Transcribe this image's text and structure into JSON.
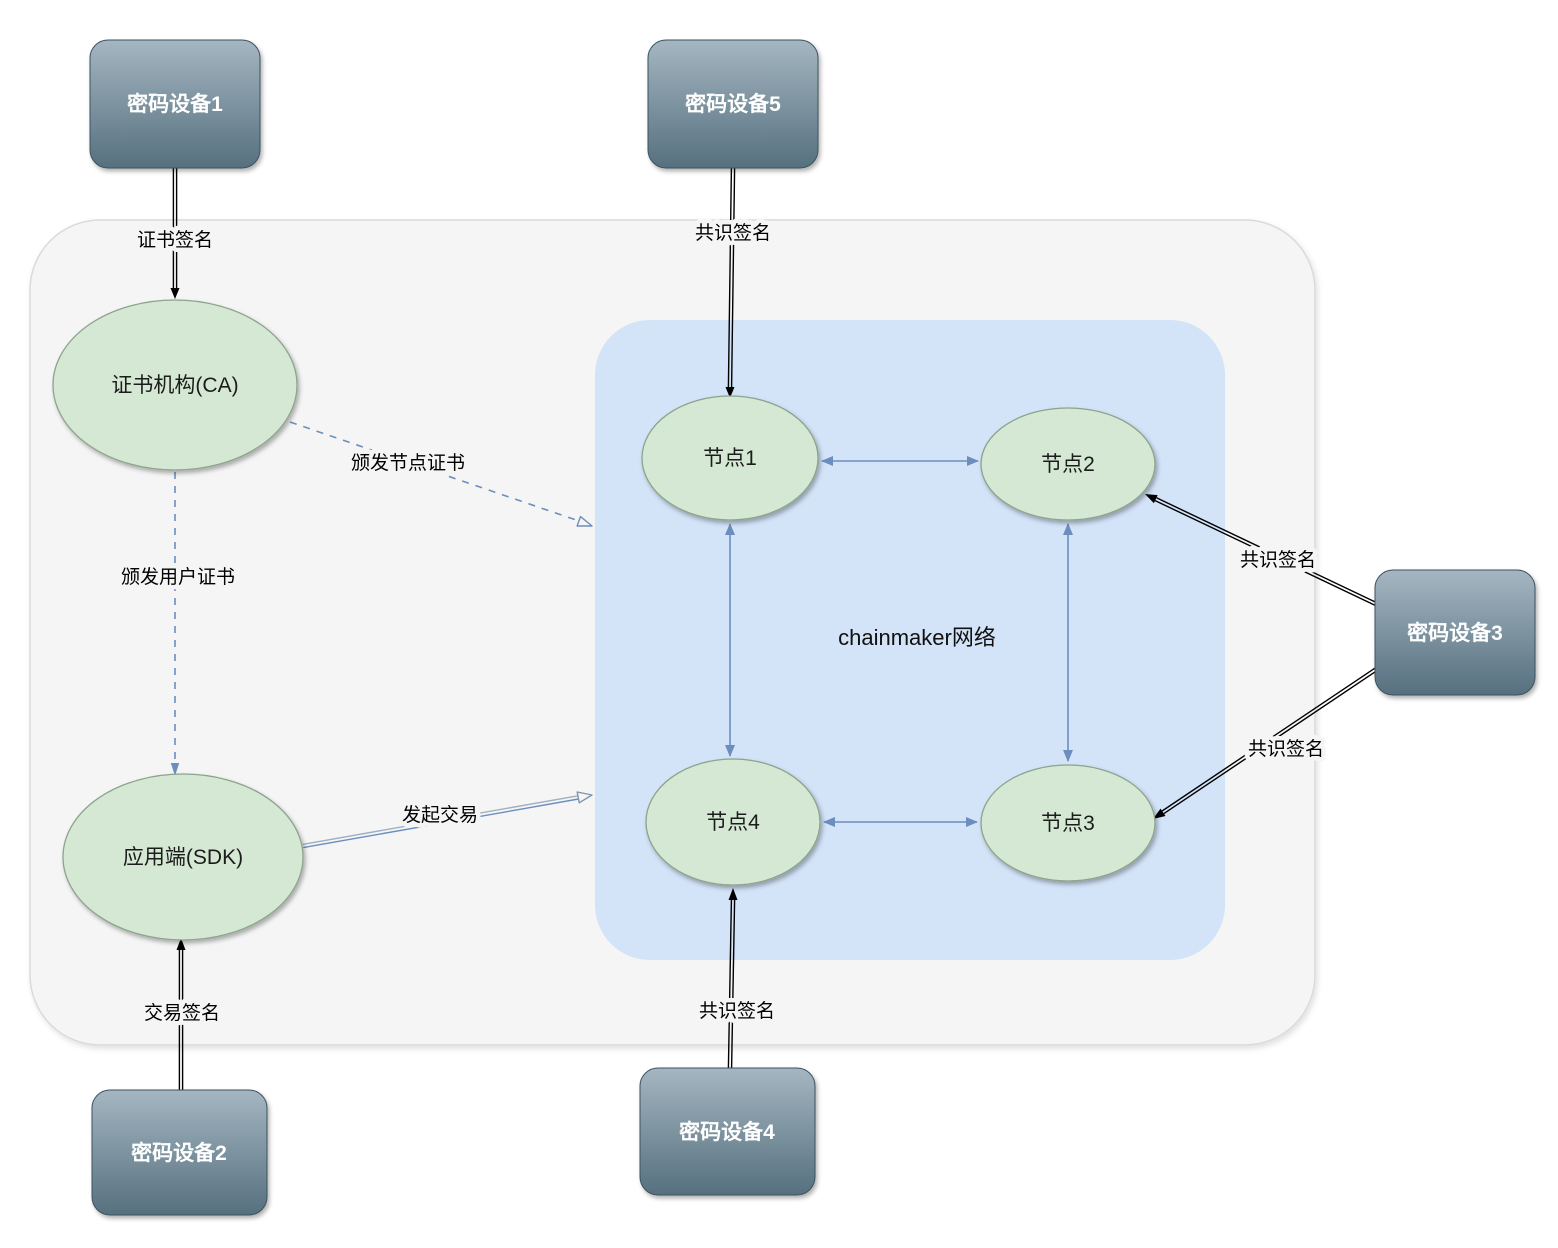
{
  "devices": {
    "device1": {
      "label": "密码设备1"
    },
    "device2": {
      "label": "密码设备2"
    },
    "device3": {
      "label": "密码设备3"
    },
    "device4": {
      "label": "密码设备4"
    },
    "device5": {
      "label": "密码设备5"
    }
  },
  "nodes": {
    "ca": {
      "label": "证书机构(CA)"
    },
    "sdk": {
      "label": "应用端(SDK)"
    },
    "node1": {
      "label": "节点1"
    },
    "node2": {
      "label": "节点2"
    },
    "node3": {
      "label": "节点3"
    },
    "node4": {
      "label": "节点4"
    }
  },
  "network": {
    "label": "chainmaker网络"
  },
  "edges": [
    {
      "from": "密码设备1",
      "to": "证书机构(CA)",
      "label": "证书签名",
      "style": "black-outlined-arrow"
    },
    {
      "from": "密码设备5",
      "to": "节点1",
      "label": "共识签名",
      "style": "black-outlined-arrow"
    },
    {
      "from": "证书机构(CA)",
      "to": "chainmaker网络",
      "label": "颁发节点证书",
      "style": "blue-dashed-arrow"
    },
    {
      "from": "证书机构(CA)",
      "to": "应用端(SDK)",
      "label": "颁发用户证书",
      "style": "blue-dashed-arrow"
    },
    {
      "from": "应用端(SDK)",
      "to": "节点4",
      "label": "发起交易",
      "style": "outlined-hollow-arrow"
    },
    {
      "from": "密码设备2",
      "to": "应用端(SDK)",
      "label": "交易签名",
      "style": "black-outlined-arrow"
    },
    {
      "from": "密码设备4",
      "to": "节点4",
      "label": "共识签名",
      "style": "black-outlined-arrow"
    },
    {
      "from": "密码设备3",
      "to": "节点2",
      "label": "共识签名",
      "style": "black-outlined-arrow"
    },
    {
      "from": "密码设备3",
      "to": "节点3",
      "label": "共识签名",
      "style": "black-outlined-arrow"
    },
    {
      "from": "节点1",
      "to": "节点2",
      "label": "",
      "style": "blue-double-arrow"
    },
    {
      "from": "节点1",
      "to": "节点4",
      "label": "",
      "style": "blue-double-arrow"
    },
    {
      "from": "节点2",
      "to": "节点3",
      "label": "",
      "style": "blue-double-arrow"
    },
    {
      "from": "节点4",
      "to": "节点3",
      "label": "",
      "style": "blue-double-arrow"
    }
  ],
  "colors": {
    "device_gradient_top": "#a4b6c1",
    "device_gradient_bottom": "#56707f",
    "device_border": "#3e5260",
    "ellipse_fill": "#d5e8d4",
    "ellipse_border": "#8ca38c",
    "network_fill": "#d3e3f8",
    "outer_fill": "#f5f5f5",
    "outer_border": "#dadada",
    "arrow_blue": "#6c8ebf",
    "arrow_black": "#000000",
    "canvas_bg": "#ffffff"
  }
}
